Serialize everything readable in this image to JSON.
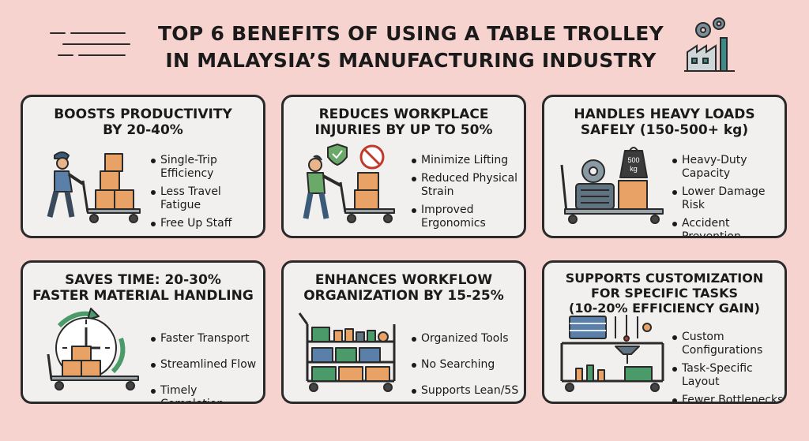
{
  "title": "TOP 6 BENEFITS OF USING A TABLE TROLLEY\nIN MALAYSIA’S MANUFACTURING INDUSTRY",
  "colors": {
    "background": "#f7d3cf",
    "card": "#f1f0ee",
    "box": "#e8a265",
    "worker_shirt_blue": "#5a7fa8",
    "worker_shirt_green": "#6aa96a",
    "accent_teal": "#3c8b8b",
    "accent_red": "#c0392b"
  },
  "cards": [
    {
      "title": "BOOSTS PRODUCTIVITY\nBY 20-40%",
      "icon": "worker-pushing-trolley-icon",
      "bullets": [
        "Single-Trip\nEfficiency",
        "Less Travel\nFatigue",
        "Free Up Staff"
      ]
    },
    {
      "title": "REDUCES WORKPLACE\nINJURIES BY UP TO 50%",
      "icon": "safe-worker-trolley-icon",
      "bullets": [
        "Minimize Lifting",
        "Reduced Physical\nStrain",
        "Improved\nErgonomics"
      ]
    },
    {
      "title": "HANDLES HEAVY LOADS\nSAFELY (150-500+ kg)",
      "icon": "heavy-load-trolley-icon",
      "weight_label": "500\nkg",
      "bullets": [
        "Heavy-Duty\nCapacity",
        "Lower Damage Risk",
        "Accident\nPrevention"
      ]
    },
    {
      "title": "SAVES TIME: 20-30%\nFASTER MATERIAL HANDLING",
      "icon": "clock-trolley-icon",
      "bullets": [
        "Faster Transport",
        "Streamlined Flow",
        "Timely Completion"
      ]
    },
    {
      "title": "ENHANCES WORKFLOW\nORGANIZATION BY 15-25%",
      "icon": "shelf-trolley-icon",
      "bullets": [
        "Organized Tools",
        "No Searching",
        "Supports Lean/5S"
      ]
    },
    {
      "title": "SUPPORTS CUSTOMIZATION\nFOR SPECIFIC TASKS\n(10-20% EFFICIENCY GAIN)",
      "icon": "custom-tool-trolley-icon",
      "bullets": [
        "Custom\nConfigurations",
        "Task-Specific\nLayout",
        "Fewer Bottlenecks"
      ]
    }
  ]
}
